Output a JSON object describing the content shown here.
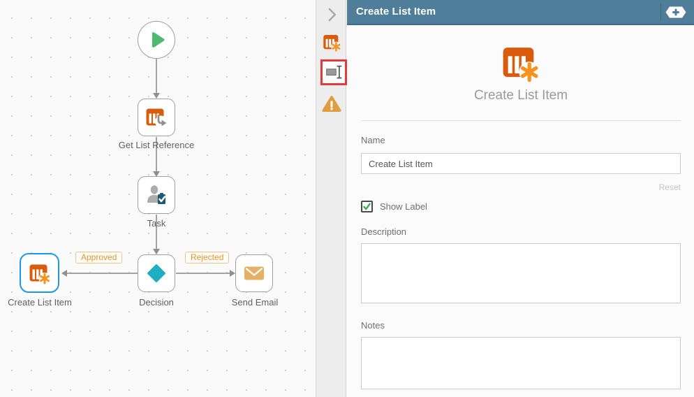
{
  "canvas": {
    "nodes": [
      {
        "id": "start",
        "label": "",
        "icon": "play-icon"
      },
      {
        "id": "get-list-reference",
        "label": "Get List Reference",
        "icon": "sharepoint-list-arrow-icon"
      },
      {
        "id": "task",
        "label": "Task",
        "icon": "user-task-icon"
      },
      {
        "id": "decision",
        "label": "Decision",
        "icon": "decision-diamond-icon"
      },
      {
        "id": "create-list-item",
        "label": "Create List Item",
        "icon": "sharepoint-list-item-icon",
        "selected": true
      },
      {
        "id": "send-email",
        "label": "Send Email",
        "icon": "email-envelope-icon"
      }
    ],
    "branches": {
      "approved": "Approved",
      "rejected": "Rejected"
    }
  },
  "sidebar": {
    "collapse_icon": "chevron-right-icon",
    "tabs": [
      {
        "id": "item-properties",
        "icon": "sharepoint-list-item-icon",
        "highlighted": false
      },
      {
        "id": "label-text",
        "icon": "text-field-icon",
        "highlighted": true
      },
      {
        "id": "warnings",
        "icon": "warning-icon",
        "highlighted": false
      }
    ]
  },
  "panel": {
    "header": {
      "title": "Create List Item",
      "add_button_icon": "add-tag-icon"
    },
    "overview": {
      "icon": "sharepoint-list-item-icon",
      "title": "Create List Item"
    },
    "form": {
      "name_label": "Name",
      "name_value": "Create List Item",
      "reset_label": "Reset",
      "show_label_label": "Show Label",
      "show_label_checked": true,
      "description_label": "Description",
      "description_value": "",
      "notes_label": "Notes",
      "notes_value": ""
    }
  },
  "colors": {
    "header_blue": "#4e7e9a",
    "selection_blue": "#1e97ee",
    "sharepoint_orange": "#d85c0b",
    "asterisk_orange": "#f6921e",
    "branch_label_orange": "#e6932d",
    "play_green": "#4eba70",
    "decision_teal": "#21aec3",
    "email_tan": "#e6b164",
    "warning_orange": "#df9c41",
    "check_green": "#3fae49",
    "annotation_red": "#e23b3c"
  }
}
